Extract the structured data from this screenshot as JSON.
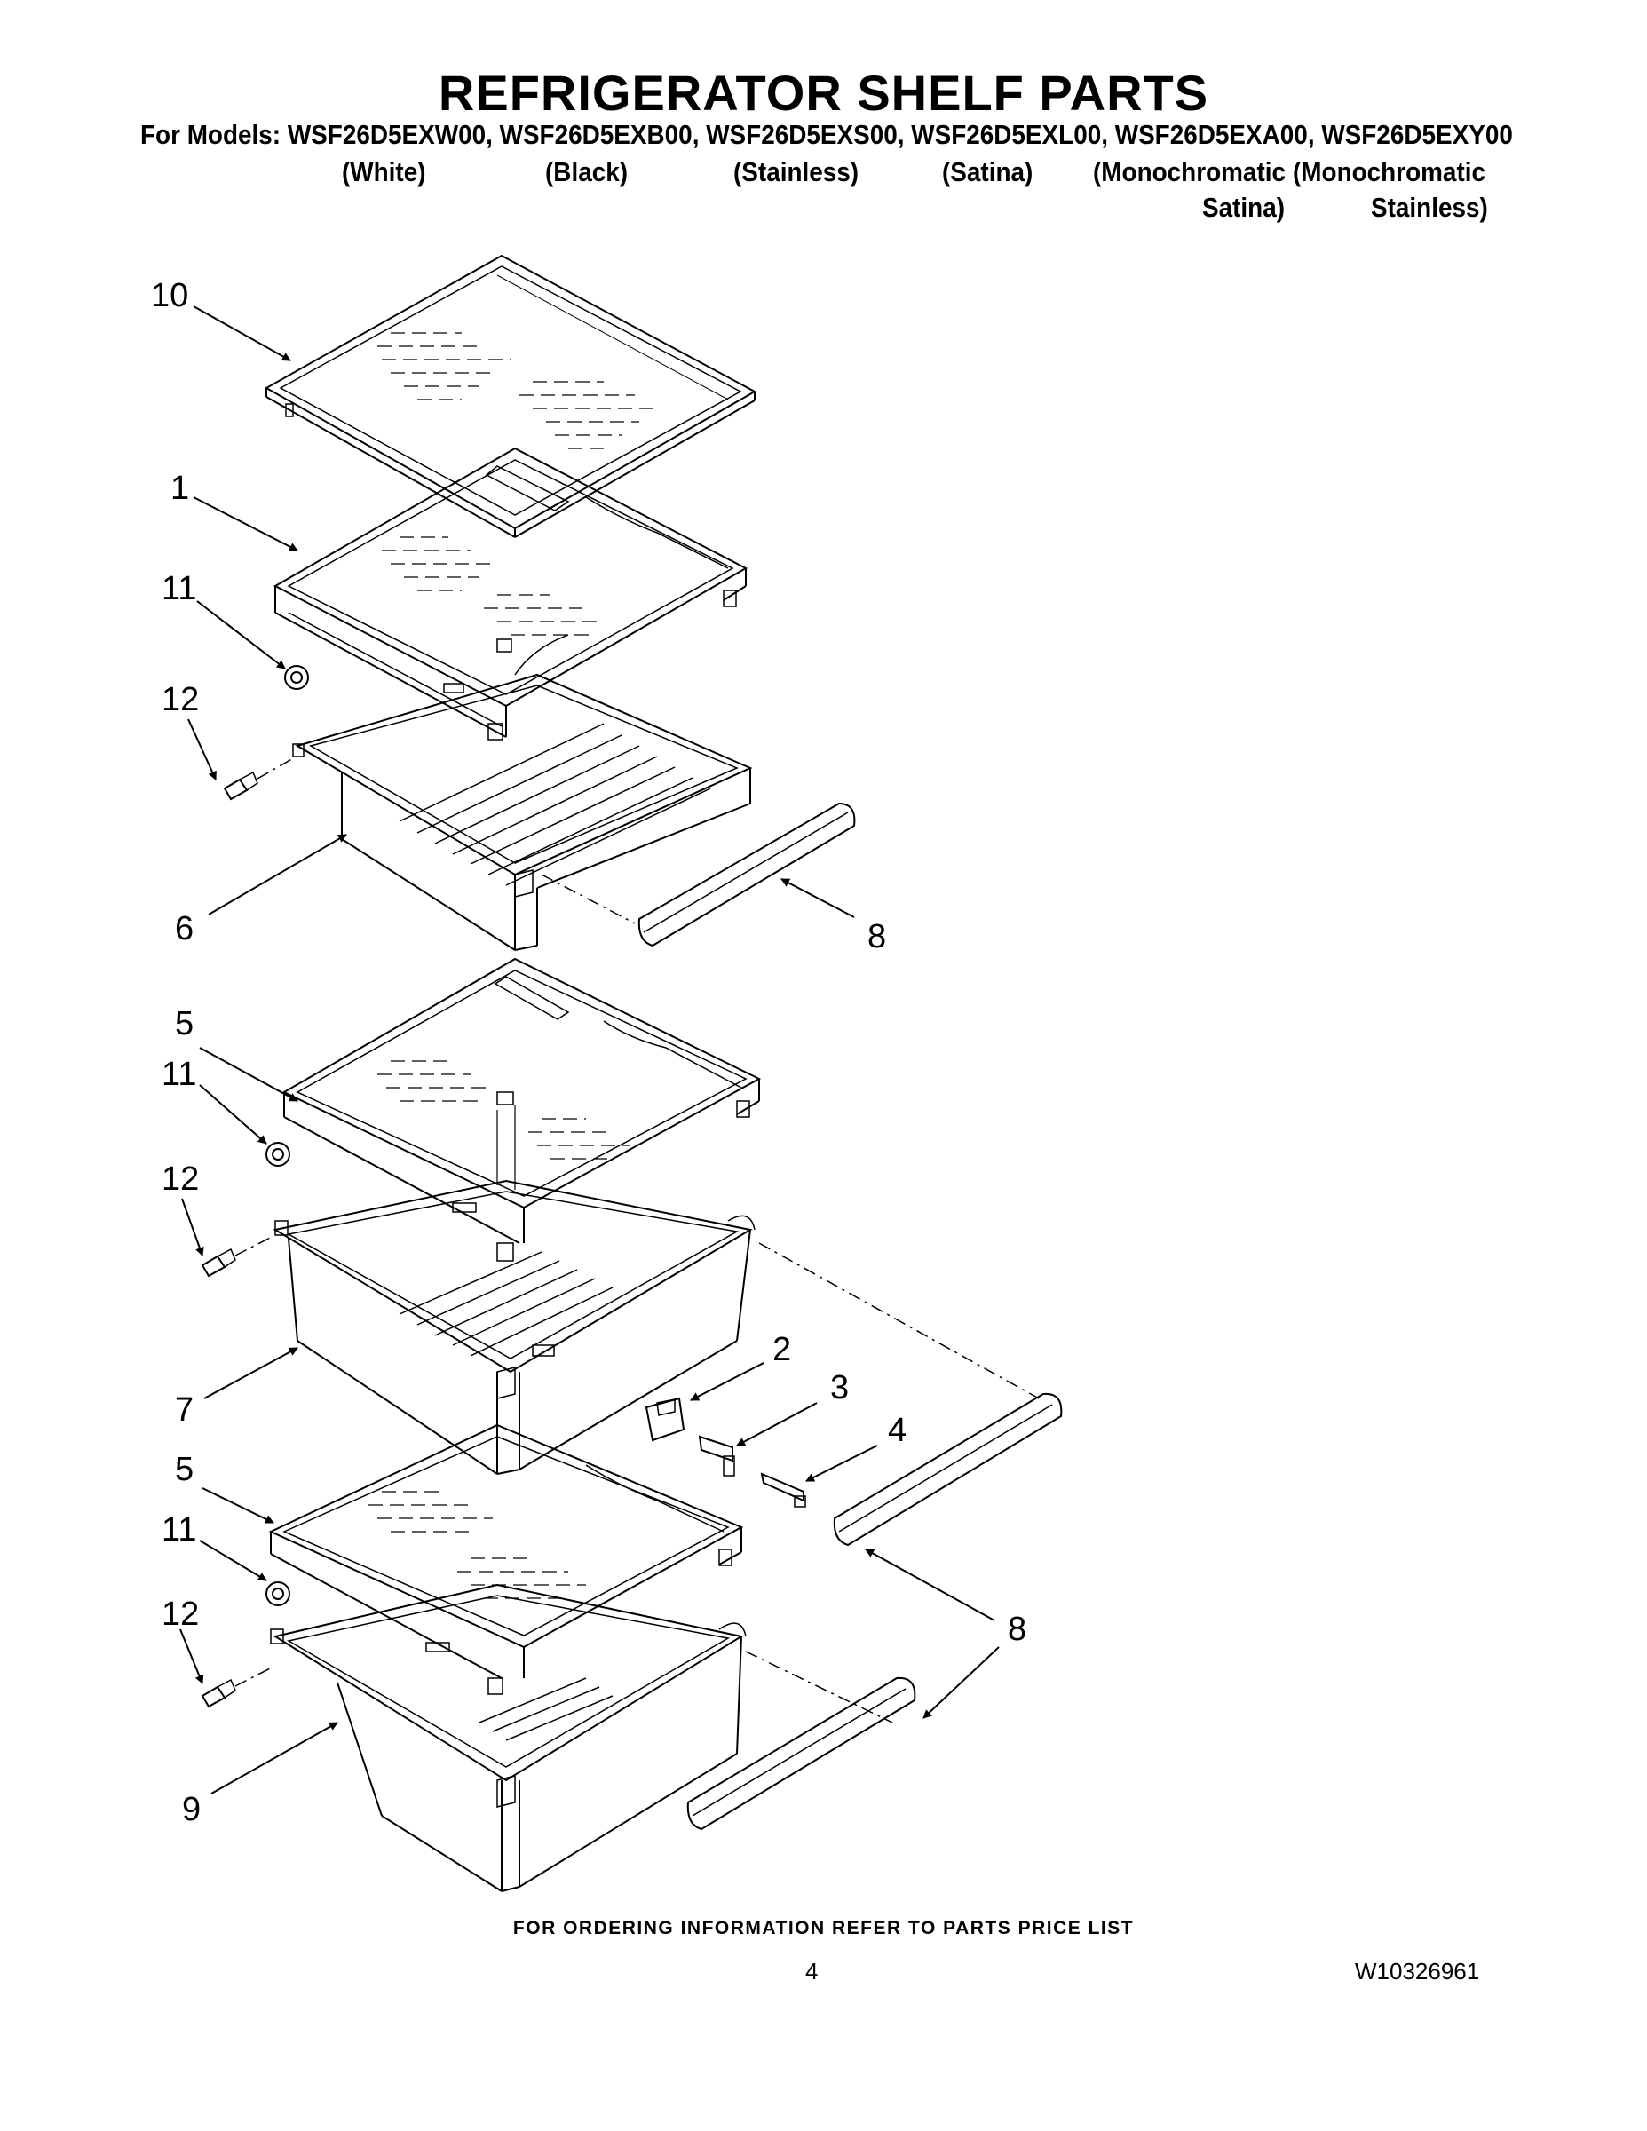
{
  "header": {
    "title": "REFRIGERATOR SHELF PARTS",
    "models_line": "For Models: WSF26D5EXW00, WSF26D5EXB00, WSF26D5EXS00, WSF26D5EXL00, WSF26D5EXA00, WSF26D5EXY00",
    "variants": [
      {
        "line1": "(White)",
        "line2": ""
      },
      {
        "line1": "(Black)",
        "line2": ""
      },
      {
        "line1": "(Stainless)",
        "line2": ""
      },
      {
        "line1": "(Satina)",
        "line2": ""
      },
      {
        "line1": "(Monochromatic",
        "line2": "Satina)"
      },
      {
        "line1": "(Monochromatic",
        "line2": "Stainless)"
      }
    ]
  },
  "callouts": {
    "c10": "10",
    "c1": "1",
    "c11a": "11",
    "c12a": "12",
    "c6": "6",
    "c8a": "8",
    "c5a": "5",
    "c11b": "11",
    "c12b": "12",
    "c7": "7",
    "c2": "2",
    "c3": "3",
    "c4": "4",
    "c5b": "5",
    "c11c": "11",
    "c12c": "12",
    "c8b": "8",
    "c9": "9"
  },
  "footer": {
    "ordering_note": "FOR ORDERING INFORMATION REFER TO PARTS PRICE LIST",
    "page_number": "4",
    "document_number": "W10326961"
  }
}
